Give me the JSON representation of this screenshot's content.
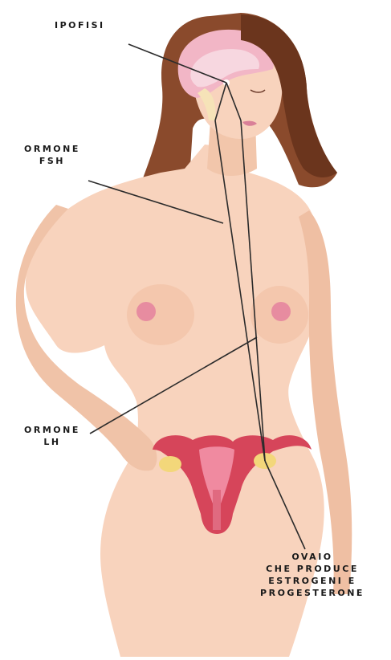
{
  "labels": {
    "ipofisi": "IPOFISI",
    "fsh": [
      "ORMONE",
      "FSH"
    ],
    "lh": [
      "ORMONE",
      "LH"
    ],
    "ovaio": [
      "OVAIO",
      "CHE PRODUCE",
      "ESTROGENI E",
      "PROGESTERONE"
    ]
  },
  "colors": {
    "skin": "#f8d3bd",
    "skin_shadow": "#eab79c",
    "hair": "#8a4a2c",
    "hair_dark": "#6b351d",
    "brain": "#f2b6c6",
    "nipple": "#e78ca0",
    "uterus": "#d6455a",
    "ovary": "#f3d77a",
    "line": "#2b2b2b"
  },
  "icons": {
    "figure": "female-body-illustration",
    "brain": "brain-illustration",
    "uterus": "uterus-illustration"
  }
}
